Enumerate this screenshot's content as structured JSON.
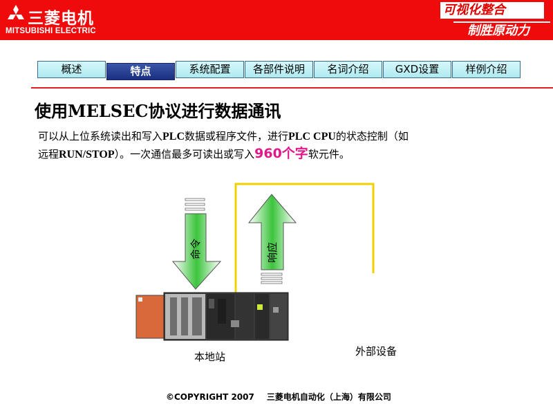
{
  "header": {
    "brand_cn": "三菱电机",
    "brand_en": "MITSUBISHI ELECTRIC",
    "slogan_line1": "可视化整合",
    "slogan_line2": "制胜原动力"
  },
  "tabs": [
    {
      "label": "概述",
      "active": false
    },
    {
      "label": "特点",
      "active": true
    },
    {
      "label": "系统配置",
      "active": false
    },
    {
      "label": "各部件说明",
      "active": false
    },
    {
      "label": "名词介绍",
      "active": false
    },
    {
      "label": "GXD设置",
      "active": false
    },
    {
      "label": "样例介绍",
      "active": false
    }
  ],
  "title": "使用MELSEC协议进行数据通讯",
  "description": {
    "p1": "可以从上位系统读出和写入",
    "p1_bold": "PLC",
    "p2": "数据或程序文件，进行",
    "p2_bold": "PLC CPU",
    "p3": "的状态控制（如",
    "p4": "远程",
    "p4_bold": "RUN/STOP",
    "p5": "）。一次通信最多可读出或写入",
    "highlight": "960个字",
    "p6": "软元件。"
  },
  "diagram": {
    "command_label": "命令",
    "response_label": "响应",
    "local_station": "本地站",
    "external_device": "外部设备"
  },
  "colors": {
    "header_red": "#ef0b0b",
    "arrow_green": "#4cc84c",
    "cable_yellow": "#f0d000",
    "highlight_pink": "#e0188a"
  },
  "footer": {
    "copyright": "©COPYRIGHT  2007",
    "company": "三菱电机自动化（上海）有限公司"
  }
}
